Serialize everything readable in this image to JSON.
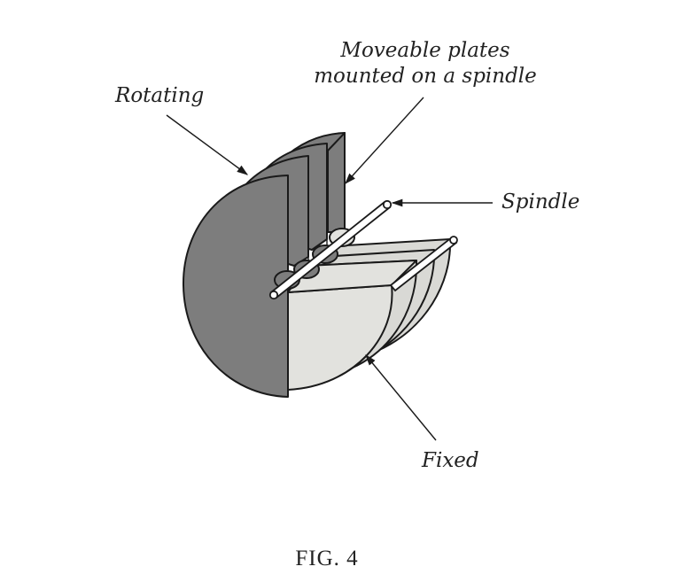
{
  "labels": {
    "rotating": "Rotating",
    "moveable_line1": "Moveable plates",
    "moveable_line2": "mounted on a spindle",
    "spindle": "Spindle",
    "fixed": "Fixed"
  },
  "caption": "FIG. 4",
  "colors": {
    "rotating_plates": "#7d7d7d",
    "fixed_plates": "#e2e2de",
    "outline": "#1a1a1a",
    "background": "#ffffff"
  }
}
